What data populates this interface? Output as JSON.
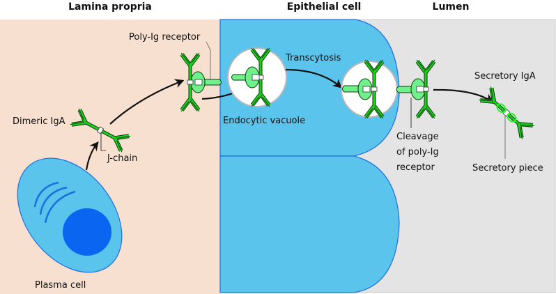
{
  "regions": {
    "lamina_propria": "Lamina propria",
    "epithelial_cell": "Epithelial cell",
    "lumen": "Lumen"
  },
  "labels": {
    "poly_ig_receptor": "Poly-Ig receptor",
    "dimeric_iga": "Dimeric IgA",
    "j_chain": "J-chain",
    "plasma_cell": "Plasma cell",
    "transcytosis": "Transcytosis",
    "endocytic_vacuole": "Endocytic vacuole",
    "secretory_iga": "Secretory IgA",
    "cleavage_line1": "Cleavage",
    "cleavage_line2": "of poly-Ig",
    "cleavage_line3": "receptor",
    "secretory_piece": "Secretory piece"
  },
  "colors": {
    "lamina_bg": "#f8e0d0",
    "epithelial_fill": "#5bc4ec",
    "epithelial_stroke": "#1a6fe0",
    "lumen_bg": "#e4e4e4",
    "nucleus": "#0a66f0",
    "antibody_green": "#1fcf1f",
    "receptor_green": "#6ff08a",
    "vacuole_fill": "#ffffff",
    "vacuole_stroke": "#b8b8b8"
  }
}
